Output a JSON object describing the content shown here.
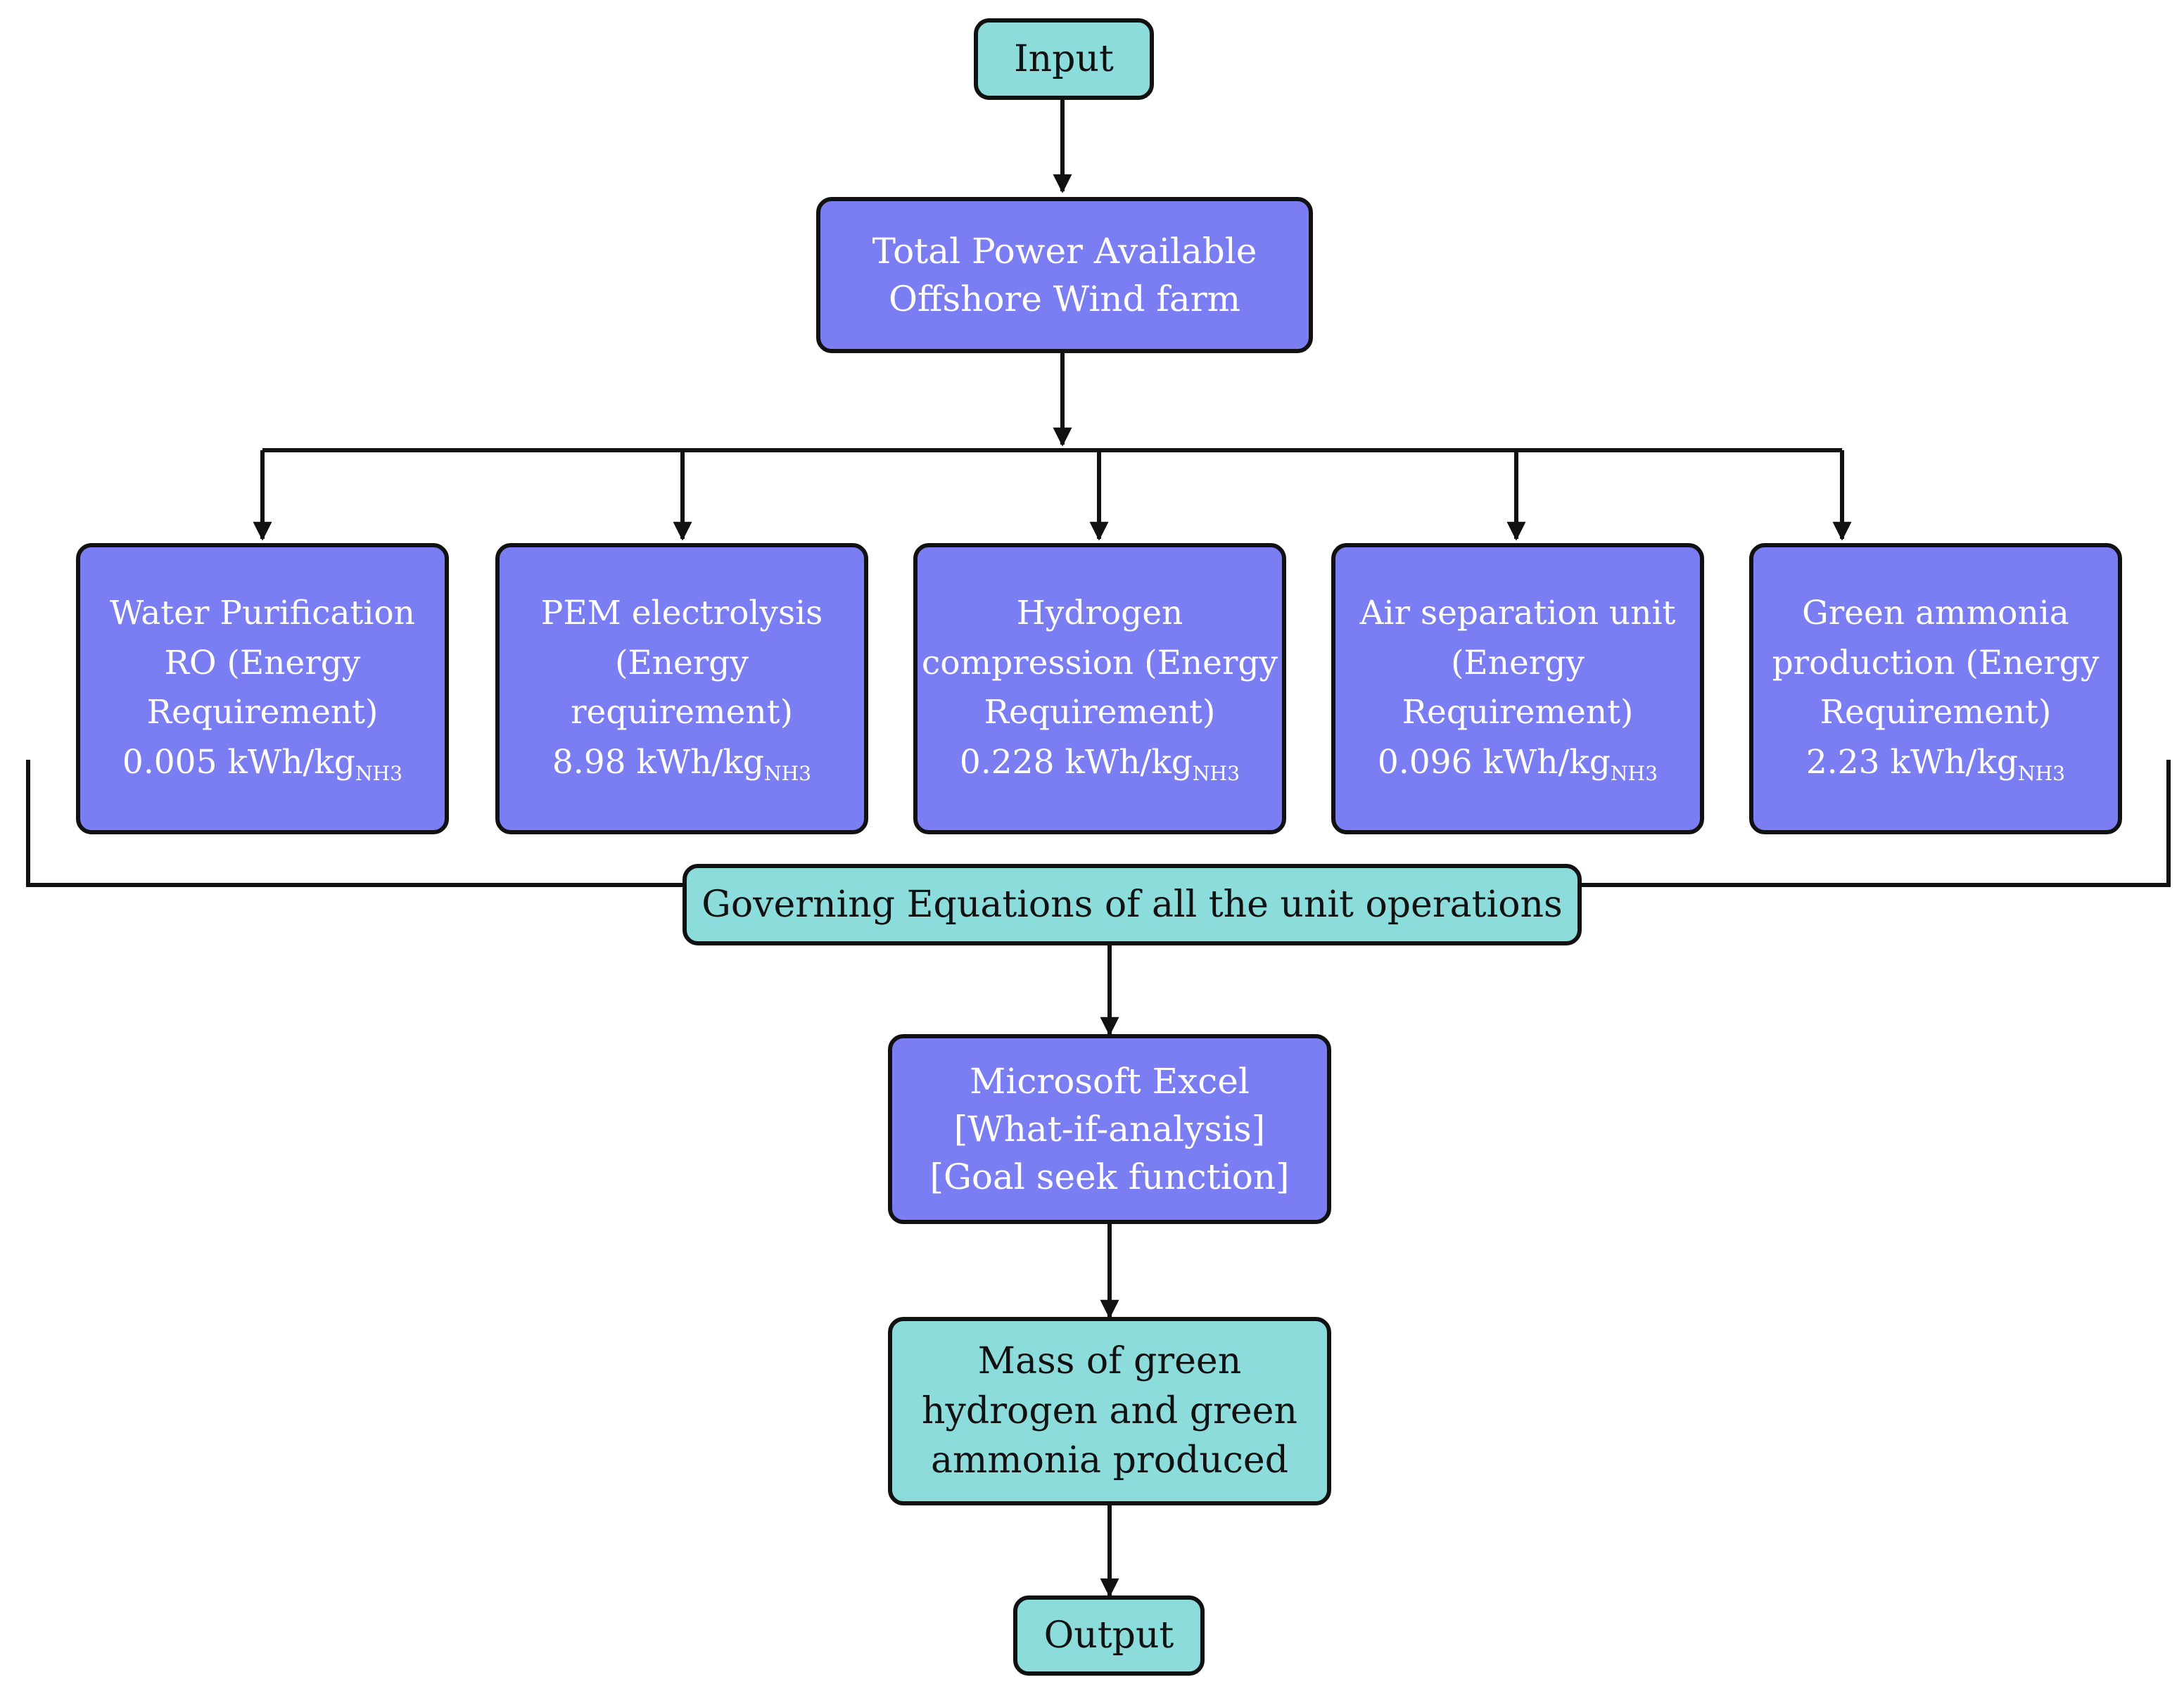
{
  "input": "Input",
  "power": {
    "line1": "Total Power Available",
    "line2": "Offshore Wind farm"
  },
  "units": [
    {
      "lines": [
        "Water Purification",
        "RO (Energy",
        "Requirement)"
      ],
      "value": "0.005 kWh/kg",
      "subscript": "NH3"
    },
    {
      "lines": [
        "PEM electrolysis",
        "(Energy",
        "requirement)"
      ],
      "value": "8.98 kWh/kg",
      "subscript": "NH3"
    },
    {
      "lines": [
        "Hydrogen",
        "compression (Energy",
        "Requirement)"
      ],
      "value": "0.228 kWh/kg",
      "subscript": "NH3"
    },
    {
      "lines": [
        "Air separation unit",
        "(Energy",
        "Requirement)"
      ],
      "value": "0.096 kWh/kg",
      "subscript": "NH3"
    },
    {
      "lines": [
        "Green ammonia",
        "production (Energy",
        "Requirement)"
      ],
      "value": "2.23 kWh/kg",
      "subscript": "NH3"
    }
  ],
  "governing": "Governing Equations of all the unit operations",
  "excel": {
    "line1": "Microsoft Excel",
    "line2": "[What-if-analysis]",
    "line3": "[Goal seek function]"
  },
  "mass": {
    "line1": "Mass of green",
    "line2": "hydrogen and green",
    "line3": "ammonia produced"
  },
  "output": "Output",
  "colors": {
    "teal_box": "#8ddcdc",
    "purple_box": "#7b7ef2",
    "border": "#111111"
  }
}
